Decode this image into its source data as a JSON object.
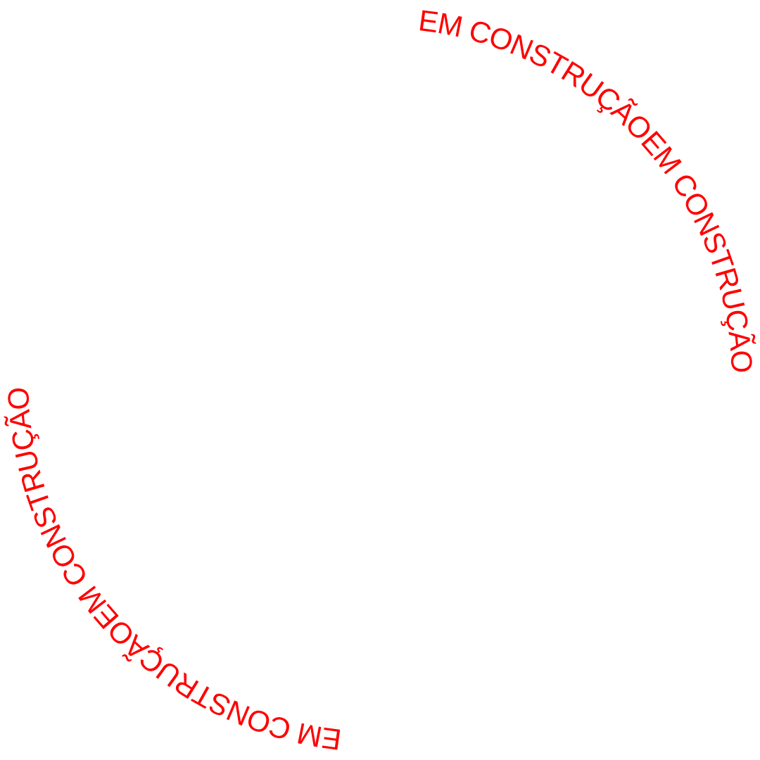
{
  "colors": {
    "background": "#ffffff",
    "text": "#ff0000"
  },
  "ring": {
    "labels": [
      "EM CONSTRUÇÃO",
      "EM CONSTRUÇÃO",
      "EM CONSTRUÇÃO",
      "EM CONSTRUÇÃO"
    ]
  }
}
